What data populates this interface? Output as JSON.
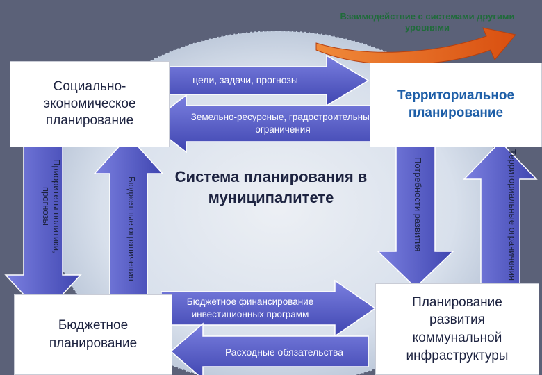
{
  "banner": {
    "text": "Взаимодействие с системами другими уровнями"
  },
  "boxes": {
    "socio": "Социально-экономическое планирование",
    "territorial": "Территориальное планирование",
    "budget": "Бюджетное планирование",
    "infrastructure": "Планирование развития коммунальной инфраструктуры"
  },
  "center": {
    "title": "Система планирования в муниципалитете"
  },
  "arrows": {
    "goals": "цели, задачи, прогнозы",
    "land": "Земельно-ресурсные, градостроительные ограничения",
    "budget_financing": "Бюджетное финансирование инвестиционных программ",
    "obligations": "Расходные обязательства",
    "priorities": "Приоритеты политики, прогнозы",
    "budget_limits": "Бюджетные ограничения",
    "needs": "Потребности развития",
    "territorial_limits": "Территориальные ограничения"
  },
  "colors": {
    "background": "#5b6178",
    "ellipse": "#dfe7f2",
    "arrow_fill": "#5a5fc8",
    "orange_arrow": "#e8601c"
  }
}
